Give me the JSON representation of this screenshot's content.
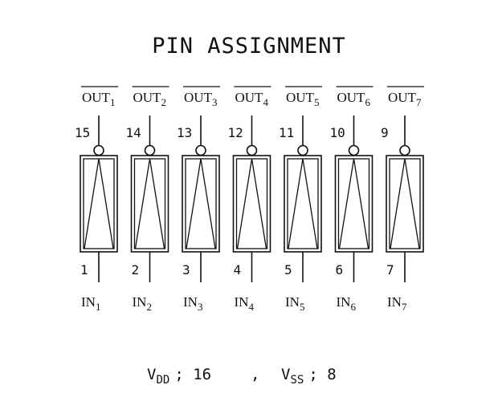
{
  "title": "PIN ASSIGNMENT",
  "colors": {
    "ink": "#111111",
    "background": "#ffffff"
  },
  "buffers": [
    {
      "out_base": "OUT",
      "out_sub": "1",
      "out_pin": "15",
      "in_base": "IN",
      "in_sub": "1",
      "in_pin": "1"
    },
    {
      "out_base": "OUT",
      "out_sub": "2",
      "out_pin": "14",
      "in_base": "IN",
      "in_sub": "2",
      "in_pin": "2"
    },
    {
      "out_base": "OUT",
      "out_sub": "3",
      "out_pin": "13",
      "in_base": "IN",
      "in_sub": "3",
      "in_pin": "3"
    },
    {
      "out_base": "OUT",
      "out_sub": "4",
      "out_pin": "12",
      "in_base": "IN",
      "in_sub": "4",
      "in_pin": "4"
    },
    {
      "out_base": "OUT",
      "out_sub": "5",
      "out_pin": "11",
      "in_base": "IN",
      "in_sub": "5",
      "in_pin": "5"
    },
    {
      "out_base": "OUT",
      "out_sub": "6",
      "out_pin": "10",
      "in_base": "IN",
      "in_sub": "6",
      "in_pin": "6"
    },
    {
      "out_base": "OUT",
      "out_sub": "7",
      "out_pin": "9",
      "in_base": "IN",
      "in_sub": "7",
      "in_pin": "7"
    }
  ],
  "footer": {
    "vdd_base": "V",
    "vdd_sub": "DD",
    "vdd_value": "; 16",
    "separator": ",",
    "vss_base": "V",
    "vss_sub": "SS",
    "vss_value": "; 8"
  }
}
